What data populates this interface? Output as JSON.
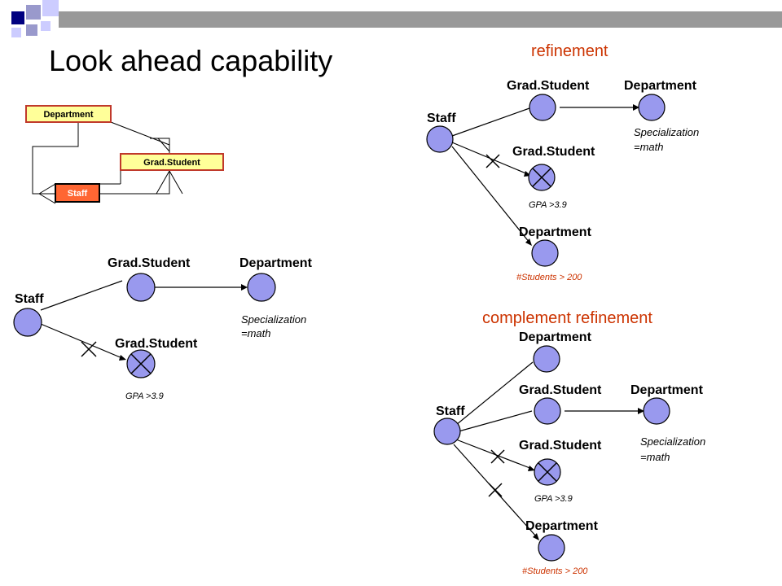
{
  "title": "Look ahead capability",
  "schema": {
    "department": "Department",
    "grad_student": "Grad.Student",
    "staff": "Staff",
    "colors": {
      "department_box": "#ffff99",
      "grad_box": "#ffff99",
      "staff_box": "#ff6633"
    }
  },
  "left_graph": {
    "staff": "Staff",
    "grad_student": "Grad.Student",
    "department": "Department",
    "specialization_1": "Specialization",
    "specialization_2": "=math",
    "grad_student_2": "Grad.Student",
    "gpa": "GPA >3.9"
  },
  "refinement": {
    "heading": "refinement",
    "staff": "Staff",
    "grad_student": "Grad.Student",
    "department": "Department",
    "specialization_1": "Specialization",
    "specialization_2": "=math",
    "grad_student_2": "Grad.Student",
    "gpa": "GPA >3.9",
    "department_2": "Department",
    "students": "#Students > 200"
  },
  "complement": {
    "heading": "complement refinement",
    "department_top": "Department",
    "staff": "Staff",
    "grad_student": "Grad.Student",
    "department": "Department",
    "specialization_1": "Specialization",
    "specialization_2": "=math",
    "grad_student_2": "Grad.Student",
    "gpa": "GPA >3.9",
    "department_2": "Department",
    "students": "#Students > 200"
  },
  "colors": {
    "node_fill": "#9999ee",
    "heading": "#cc3300",
    "bar": "#999999",
    "logo_dark": "#000080",
    "logo_light": "#9999cc"
  }
}
